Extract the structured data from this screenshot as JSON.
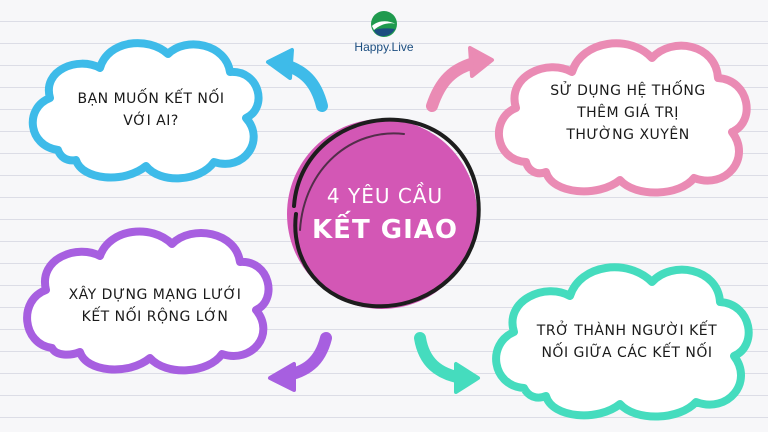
{
  "logo": {
    "text": "Happy.Live",
    "icon": "globe-leaf-icon"
  },
  "center": {
    "line1": "4 YÊU CẦU",
    "line2": "KẾT GIAO",
    "color": "#d357b5"
  },
  "clouds": {
    "top_left": {
      "line1": "BẠN MUỐN KẾT NỐI",
      "line2": "VỚI AI?",
      "color": "#3ebbe9"
    },
    "top_right": {
      "line1": "SỬ DỤNG HỆ THỐNG",
      "line2": "THÊM GIÁ TRỊ",
      "line3": "THƯỜNG XUYÊN",
      "color": "#ea8bb4"
    },
    "bottom_left": {
      "line1": "XÂY DỰNG MẠNG LƯỚI",
      "line2": "KẾT NỐI RỘNG LỚN",
      "color": "#a75fe0"
    },
    "bottom_right": {
      "line1": "TRỞ THÀNH NGƯỜI KẾT",
      "line2": "NỐI GIỮA CÁC KẾT NỐI",
      "color": "#45dcbe"
    }
  },
  "arrows": {
    "top_left": "#3ebbe9",
    "top_right": "#ea8bb4",
    "bottom_left": "#a75fe0",
    "bottom_right": "#45dcbe"
  }
}
